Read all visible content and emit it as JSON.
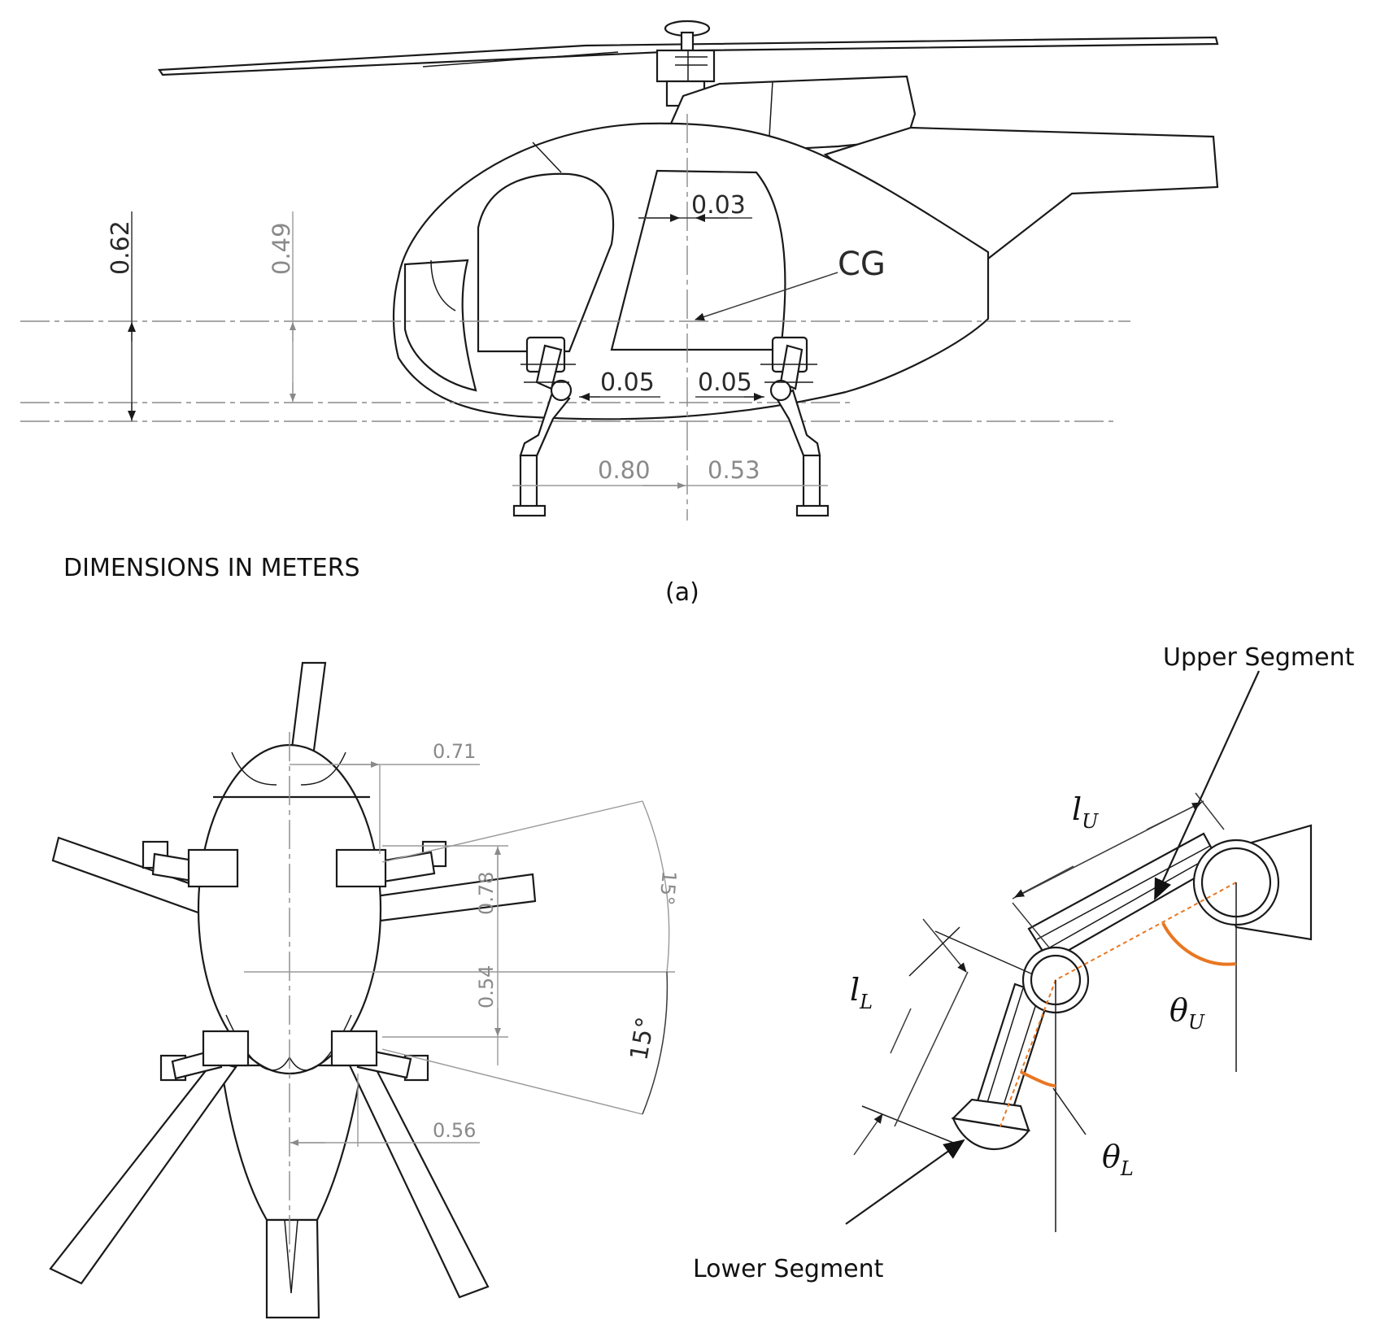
{
  "panel_a": {
    "caption": "(a)",
    "units_note": "DIMENSIONS IN METERS",
    "cg_label": "CG",
    "dimensions": {
      "height_cg": "0.62",
      "height_hip": "0.49",
      "cg_offset": "0.03",
      "front_leg_offset": "0.05",
      "rear_leg_offset": "0.05",
      "front_span": "0.80",
      "rear_span": "0.53"
    }
  },
  "panel_b": {
    "dimensions": {
      "front_lateral": "0.71",
      "rear_lateral": "0.56",
      "front_longitudinal": "0.78",
      "rear_longitudinal": "0.54",
      "front_angle": "15°",
      "rear_angle": "15°"
    }
  },
  "panel_c": {
    "upper_segment_label": "Upper Segment",
    "lower_segment_label": "Lower Segment",
    "upper_length": {
      "symbol": "l",
      "subscript": "U"
    },
    "lower_length": {
      "symbol": "l",
      "subscript": "L"
    },
    "upper_angle": {
      "symbol": "θ",
      "subscript": "U"
    },
    "lower_angle": {
      "symbol": "θ",
      "subscript": "L"
    }
  },
  "colors": {
    "joint_angle_marker": "#e87722",
    "line": "#1a1a1a",
    "dimension": "#9a9a9a"
  }
}
